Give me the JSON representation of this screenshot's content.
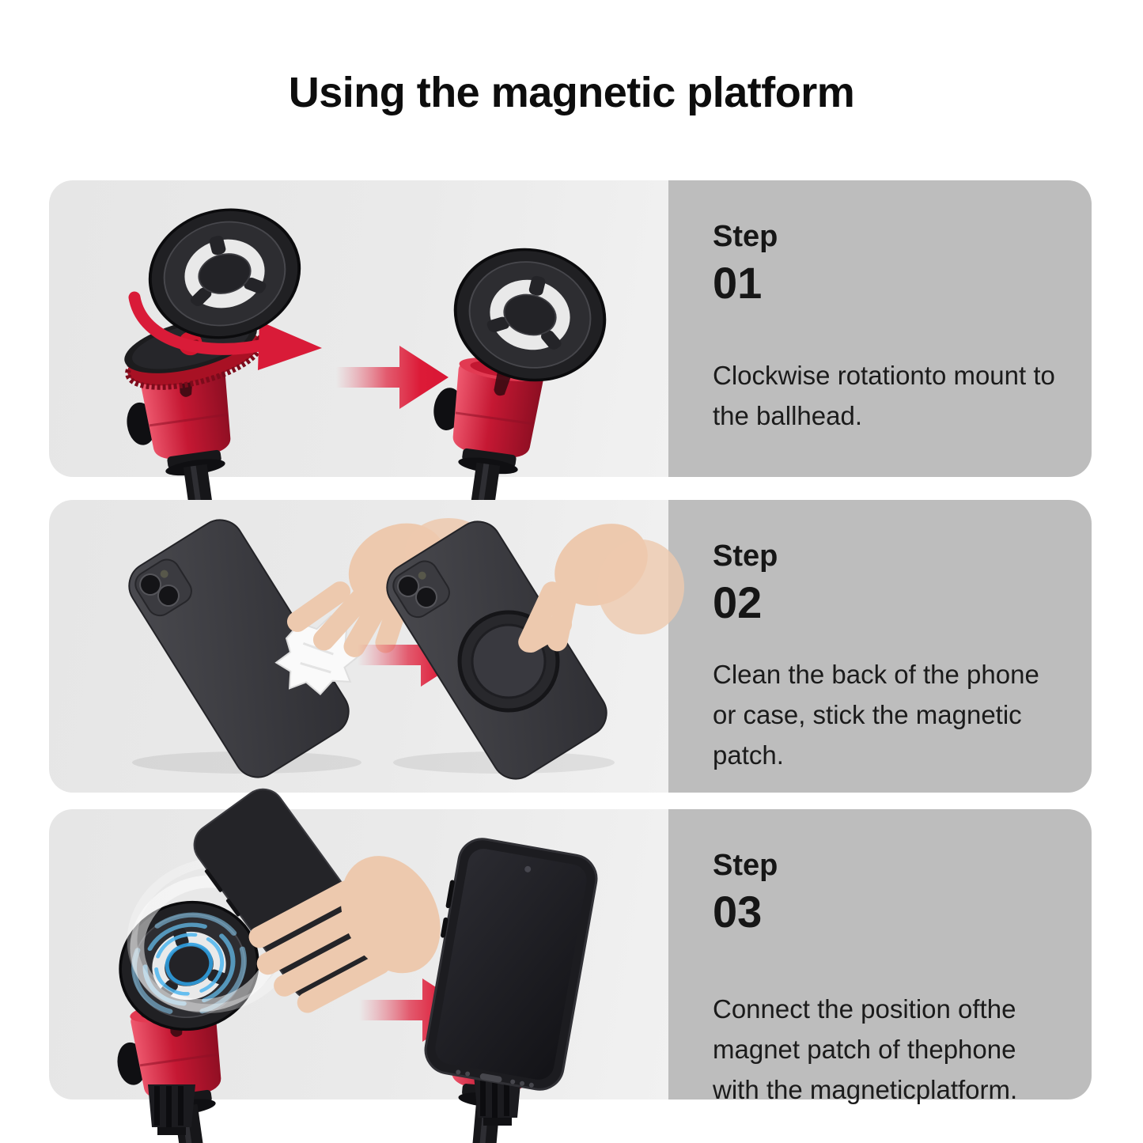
{
  "page": {
    "title": "Using the magnetic platform",
    "background_color": "#ffffff"
  },
  "colors": {
    "image_panel_bg": "#e9e9e9",
    "text_panel_bg": "#bdbdbd",
    "arrow_red": "#dc1a37",
    "product_red": "#c51833",
    "magnet_glow_blue": "#4db6f0",
    "text_dark": "#1b1b1b"
  },
  "icons": {
    "forward_arrow": "gradient-right-arrow",
    "rotation_arrow": "curved-clockwise-arrow",
    "magnet_field": "blue-concentric-rings"
  },
  "steps": [
    {
      "label": "Step",
      "number": "01",
      "description": "Clockwise rotationto mount to the ballhead.",
      "illustration": "ring-mounting-on-ballhead"
    },
    {
      "label": "Step",
      "number": "02",
      "description": "Clean the back of the phone or case, stick the magnetic patch.",
      "illustration": "clean-phone-and-stick-patch"
    },
    {
      "label": "Step",
      "number": "03",
      "description": "Connect the position ofthe magnet patch of thephone with the magneticplatform.",
      "illustration": "attach-phone-to-platform"
    }
  ]
}
